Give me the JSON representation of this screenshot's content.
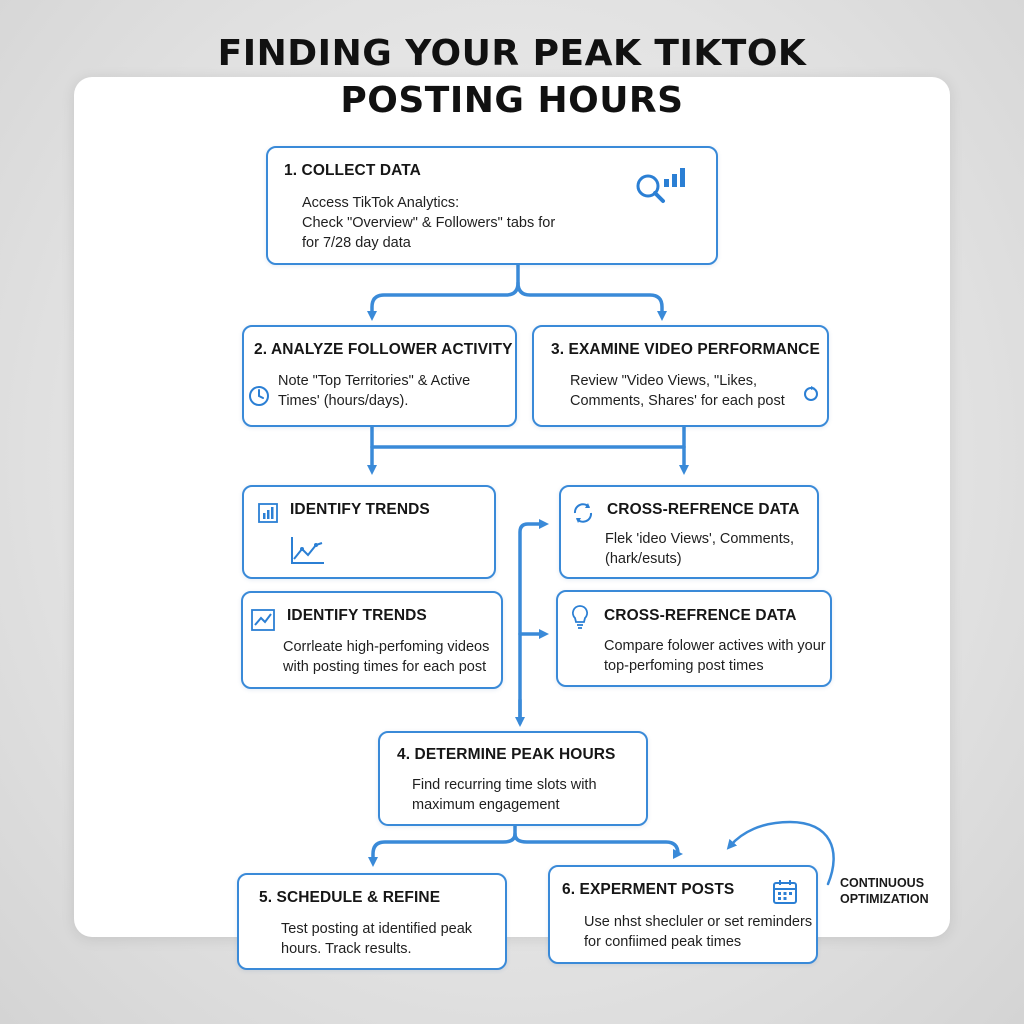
{
  "title": {
    "line1": "FINDING YOUR PEAK TIKTOK",
    "line2": "POSTING HOURS"
  },
  "steps": {
    "collect": {
      "title": "1. COLLECT DATA",
      "lines": [
        "Access TikTok Analytics:",
        "Check \"Overview\" & Followers\" tabs for",
        "for 7/28 day data"
      ]
    },
    "analyze": {
      "title": "2. ANALYZE FOLLOWER ACTIVITY",
      "lines": [
        "Note \"Top Territories\" & Active",
        "Times' (hours/days)."
      ]
    },
    "examine": {
      "title": "3. EXAMINE VIDEO PERFORMANCE",
      "lines": [
        "Review \"Video Views, \"Likes,",
        "Comments, Shares' for each post"
      ]
    },
    "trends_a": {
      "title": "IDENTIFY TRENDS",
      "lines": []
    },
    "crossref_a": {
      "title": "CROSS-REFRENCE DATA",
      "lines": [
        "Flek 'ideo Views', Comments,",
        "(hark/esuts)"
      ]
    },
    "trends_b": {
      "title": "IDENTIFY TRENDS",
      "lines": [
        "Corrleate high-perfoming videos",
        "with posting times for each post"
      ]
    },
    "crossref_b": {
      "title": "CROSS-REFRENCE DATA",
      "lines": [
        "Compare folower actives with your",
        "top-perfoming post times"
      ]
    },
    "determine": {
      "title": "4. DETERMINE PEAK HOURS",
      "lines": [
        "Find recurring time slots with",
        "maximum engagement"
      ]
    },
    "schedule": {
      "title": "5. SCHEDULE & REFINE",
      "lines": [
        "Test posting at identified peak",
        "hours. Track results."
      ]
    },
    "experiment": {
      "title": "6. EXPERMENT POSTS",
      "lines": [
        "Use nhst shecluler or set reminders",
        "for confiimed peak times"
      ]
    }
  },
  "side_note": {
    "line1": "CONTINUOUS",
    "line2": "OPTIMIZATION"
  },
  "icons": {
    "collect": "magnifier-bar-chart-icon",
    "analyze": "clock-icon",
    "examine": "refresh-icon",
    "trends_a_top": "bar-chart-icon",
    "trends_a_chart": "line-chart-icon",
    "crossref_a": "sync-arrows-icon",
    "trends_b": "trend-line-icon",
    "crossref_b": "lightbulb-icon",
    "experiment": "calendar-icon",
    "loop": "curved-arrow-icon"
  },
  "colors": {
    "accent": "#3a8ad8",
    "text": "#151515"
  }
}
